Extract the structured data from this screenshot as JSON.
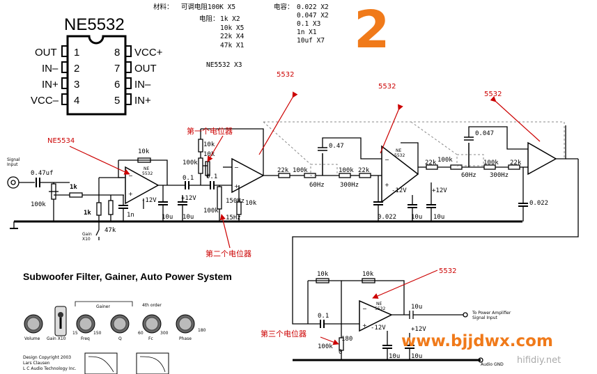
{
  "chip": {
    "name": "NE5532",
    "left_pins": [
      {
        "name": "OUT",
        "num": "1"
      },
      {
        "name": "IN–",
        "num": "2"
      },
      {
        "name": "IN+",
        "num": "3"
      },
      {
        "name": "VCC–",
        "num": "4"
      }
    ],
    "right_pins": [
      {
        "name": "VCC+",
        "num": "8"
      },
      {
        "name": "OUT",
        "num": "7"
      },
      {
        "name": "IN–",
        "num": "6"
      },
      {
        "name": "IN+",
        "num": "5"
      }
    ]
  },
  "materials": {
    "label": "材料：",
    "pot": "可调电阻100K X5",
    "res_label": "电阻：",
    "resistors": [
      "1k X2",
      "10k X5",
      "22k X4",
      "47k X1"
    ],
    "cap_label": "电容：",
    "capacitors": [
      "0.022 X2",
      "0.047 X2",
      "0.1    X3",
      "1n     X1",
      "10uf   X7"
    ],
    "ic": "NE5532 X3"
  },
  "big_number": "2",
  "annotations": {
    "a5532_1": "5532",
    "a5532_2": "5532",
    "a5532_3": "5532",
    "a5532_4": "5532",
    "ne5534": "NE5534",
    "pot1": "第一个电位器",
    "pot2": "第二个电位器",
    "pot3": "第三个电位器"
  },
  "labels": {
    "signal_input": "Signal\nInput",
    "c047uf": "0.47uf",
    "r1k_a": "1k",
    "r100k_in": "100k",
    "r1k_b": "1k",
    "r47k": "47k",
    "c1n": "1n",
    "gain_x10": "Gain\nX10",
    "r10k_top": "10k",
    "op1": "NE\n5532",
    "m12v_1": "-12V",
    "p12v_1": "+12V",
    "c10u_a": "10u",
    "c10u_b": "10u",
    "c01_a": "0.1",
    "c01_b": "0.1",
    "r10k_pot": "10k",
    "r100k_pot": "100k",
    "r10k_pot2": "10k",
    "r100k_b": "100k",
    "f150": "150Hz",
    "f15": "15Hz",
    "r10k_c": "10k",
    "r22k_a": "22k",
    "r100k_c": "100k",
    "r100k_d": "100k",
    "r22k_b": "22k",
    "f60_a": "60Hz",
    "f300_a": "300Hz",
    "c047_a": "0.47",
    "op2": "NE\n5532",
    "m12v_2": "-12V",
    "p12v_2": "+12V",
    "c0022_a": "0.022",
    "c10u_c": "10u",
    "c10u_d": "10u",
    "r22k_c": "22k",
    "r100k_e": "100k",
    "r100k_f": "100k",
    "r22k_d": "22k",
    "f60_b": "60Hz",
    "f300_b": "300Hz",
    "c0047": "0.047",
    "c0022_b": "0.022",
    "r10k_d": "10k",
    "r10k_e": "10k",
    "c01_c": "0.1",
    "op3": "NE\n5532",
    "m12v_3": "-12V",
    "p12v_3": "+12V",
    "c10u_e": "10u",
    "r100k_g": "100k",
    "r180": "180",
    "r0": "0",
    "c10u_f": "10u",
    "c10u_g": "10u",
    "to_amp": "To Power Amplifier\nSignal Input",
    "audio_gnd": "Audio GND"
  },
  "panel": {
    "title": "Subwoofer Filter, Gainer, Auto Power System",
    "gainer": "Gainer",
    "order": "4th order",
    "knobs": [
      "Volume",
      "Gain X10",
      "Freq",
      "Q",
      "Fc",
      "Phase"
    ],
    "ticks": {
      "f_lo": "15",
      "f_hi": "150",
      "fc_lo": "60",
      "fc_hi": "300",
      "ph": "180"
    },
    "copyright": [
      "Design Copyright 2003",
      "Lars Clausen",
      "L C Audio Technology Inc."
    ]
  },
  "watermark_site": "www.bjjdwx.com",
  "watermark_hifi": "hifidiy.net"
}
